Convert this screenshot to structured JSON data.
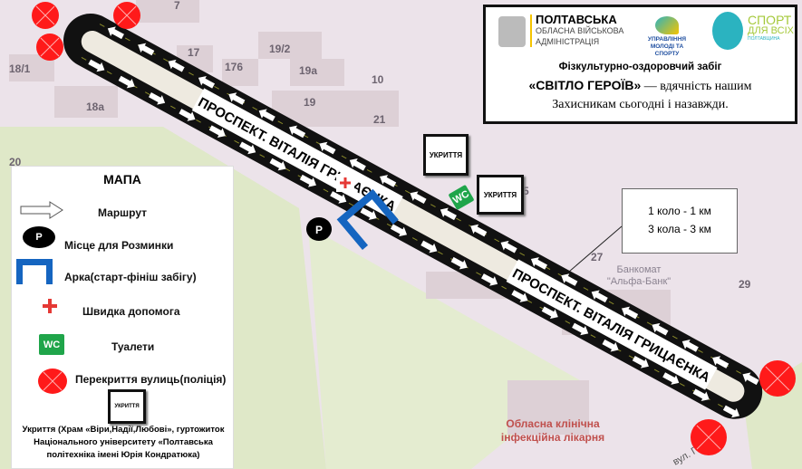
{
  "header": {
    "org1_line1": "ПОЛТАВСЬКА",
    "org1_line2": "ОБЛАСНА ВІЙСЬКОВА",
    "org1_line3": "АДМІНІСТРАЦІЯ",
    "org2_line1": "УПРАВЛІННЯ",
    "org2_line2": "МОЛОДІ ТА СПОРТУ",
    "org3_line1": "СПОРТ",
    "org3_line2": "ДЛЯ ВСІХ",
    "org3_line3": "ПОЛТАВЩИНА",
    "event_type": "Фізкультурно-оздоровчий  забіг",
    "event_name": "«СВІТЛО ГЕРОЇВ»",
    "event_tagline1": " — вдячність нашим",
    "event_tagline2": "Захисникам сьогодні і назавжди."
  },
  "info": {
    "line1": "1 коло - 1 км",
    "line2": "3 кола - 3 км"
  },
  "map": {
    "street_label": "ПРОСПЕКТ. ВІТАЛІЯ ГРИЦАЄНКА",
    "building_numbers": [
      "18/1",
      "18a",
      "17",
      "19/2",
      "176",
      "19a",
      "19",
      "21",
      "10",
      "7",
      "27",
      "29",
      "5",
      "20"
    ],
    "atm_line1": "Банкомат",
    "atm_line2": "\"Альфа-Банк\"",
    "hospital_line1": "Обласна клінічна",
    "hospital_line2": "інфекційна лікарня",
    "street2": "вул. Г",
    "shelter_label": "УКРИТТЯ",
    "wc_label": "WC",
    "warmup_label": "P"
  },
  "legend": {
    "title": "МАПА",
    "items": [
      {
        "label": "Маршрут",
        "icon": "arrow-icon"
      },
      {
        "label": "Місце для Розминки",
        "icon": "warmup-icon"
      },
      {
        "label": "Арка(старт-фініш  забігу)",
        "icon": "arch-icon"
      },
      {
        "label": "Швидка  допомога",
        "icon": "first-aid-icon"
      },
      {
        "label": "Туалети",
        "icon": "wc-icon"
      },
      {
        "label": "Перекриття  вулиць(поліція)",
        "icon": "road-closure-icon"
      }
    ],
    "shelter_label": "УКРИТТЯ",
    "shelter_note": "Укриття (Храм «Віри,Надії,Любові», гуртожиток Національного університету «Полтавська політехніка імені Юрія Кондратюка)"
  },
  "colors": {
    "route": "#111111",
    "closure": "#ff1a1a",
    "arch": "#1565c0",
    "wc": "#1fa54a",
    "aid": "#e53935"
  }
}
